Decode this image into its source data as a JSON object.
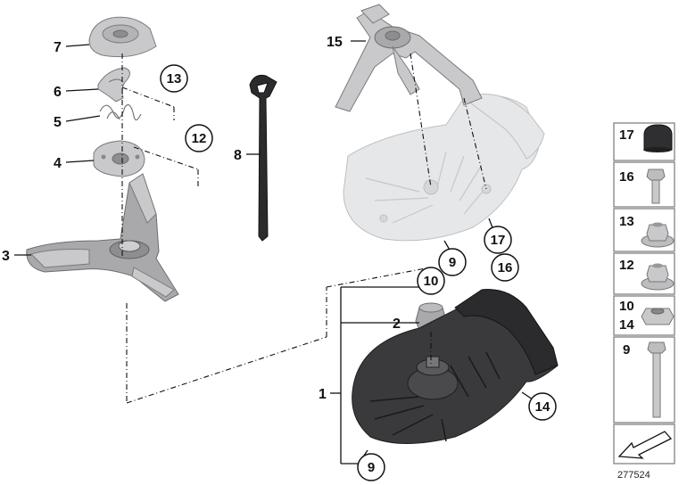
{
  "diagram_id": "277524",
  "callouts": {
    "c1": "1",
    "c2": "2",
    "c3": "3",
    "c4": "4",
    "c5": "5",
    "c6": "6",
    "c7": "7",
    "c8": "8",
    "c9a": "9",
    "c9b": "9",
    "c10": "10",
    "c12": "12",
    "c13": "13",
    "c14": "14",
    "c15": "15",
    "c16": "16",
    "c17": "17"
  },
  "parts_panel": {
    "rows": [
      {
        "label": "17"
      },
      {
        "label": "16"
      },
      {
        "label": "13"
      },
      {
        "label": "12"
      },
      {
        "label": "10",
        "label2": "14"
      },
      {
        "label": "9"
      }
    ]
  },
  "icons": {
    "arrow": "direction-arrow-icon"
  }
}
